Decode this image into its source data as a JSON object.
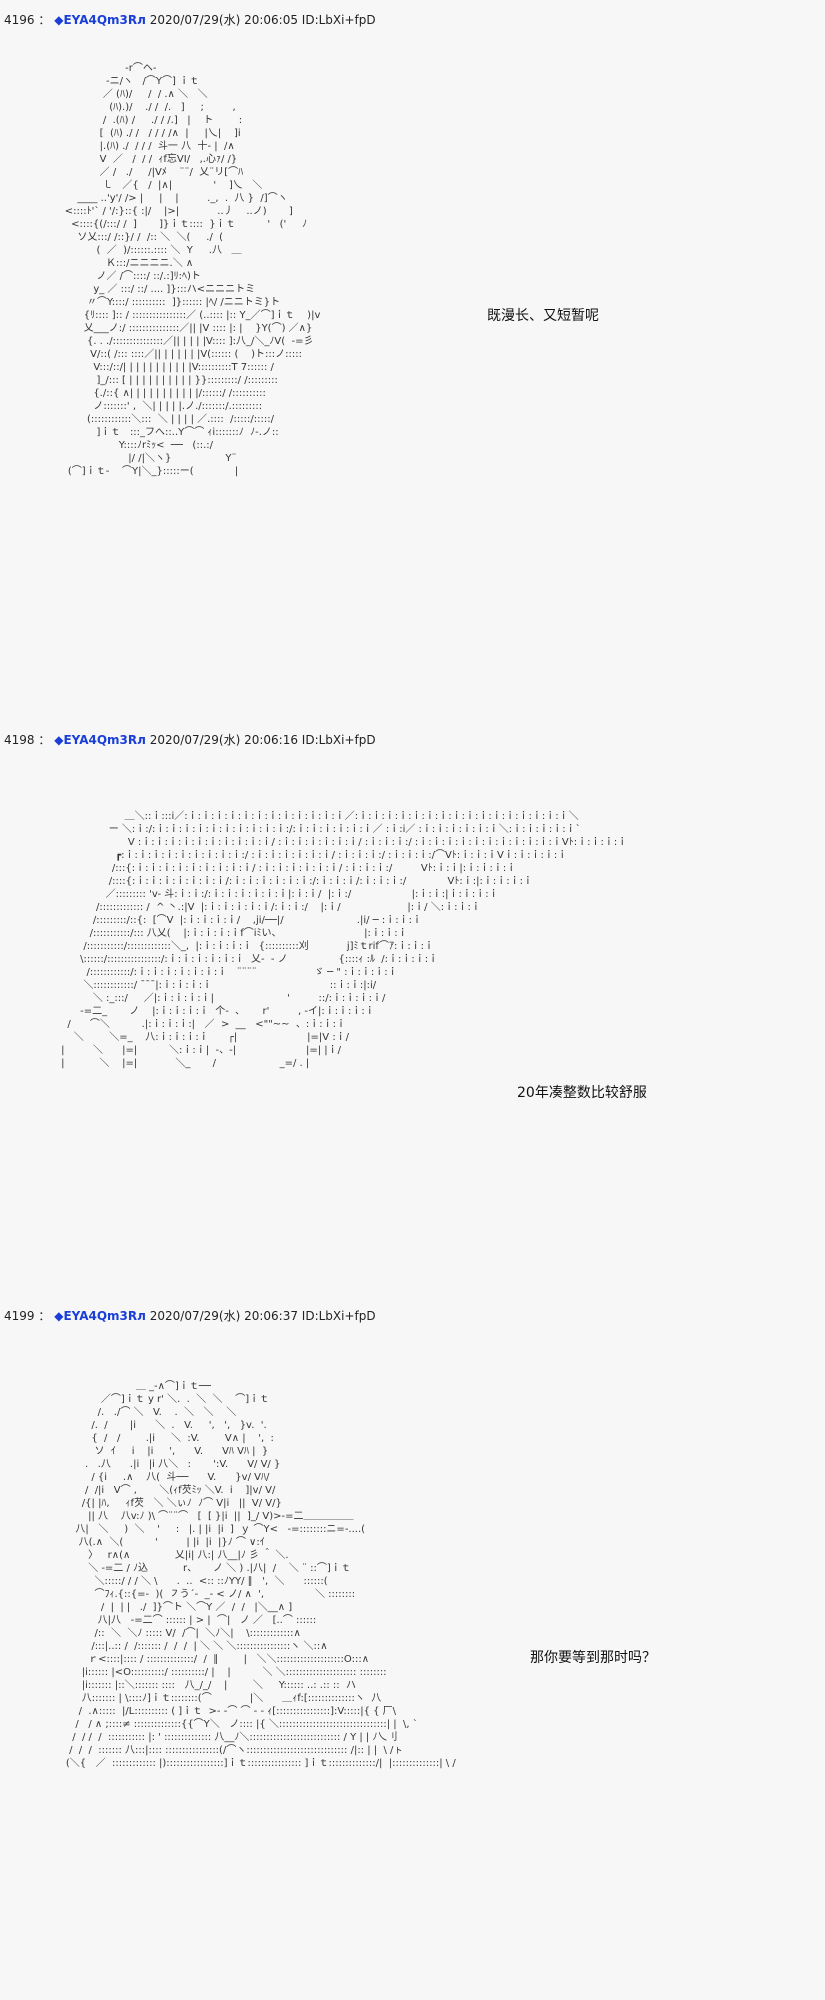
{
  "posts": [
    {
      "number": "4196",
      "separator": "：",
      "name_prefix": "◆",
      "name": "EYA4Qm3Rл",
      "meta": "2020/07/29(水) 20:06:05 ID:LbXi+fpD",
      "caption": "既漫长、又短暂呢",
      "art": "                       -r⌒ヘ-\n                 -ニ/ヽ   /⌒Y⌒] ｉｔ\n                ／ (ﾊ)/     /  / .∧ ＼   ＼\n                  (ﾊ).)/    ./ /  /.   ]     ;         ,\n                /  .(ﾊ) /     ./ / /.]   |    ト        :\n               [  (ﾊ) ./ /   / / / /∧  |     |乀|    ]i\n               |.(ﾊ) ./  / / /  斗一 八  十‐ |  /∧\n               V  ／   /  / /  ｨf忘VI/   ,.心ｧ/ /}\n               ／ /   ./     /|Vﾒ    ¨¨/  乂¨リ[⌒ﾊ\n                ㇄   ／{   /  |∧|             '    ]乀   ＼\n        ____ ..'y'/ /> |     |    |         ._,  .  八 }  /]⌒ヽ\n    <::::ﾄ'` / '/:}::{ :|/    |>|            ..丿    ..ノ)       ]\n      <::::{(/:::/ /  ]       ]}ｉｔ::::  }ｉｔ          '   ('     ﾉ\n        ソ乂:::/ /::}/ /  /:: ＼  ＼(     ./  (\n              (  ／  )/::::::.:::: ＼  Y     .八   ＿\n                 Ｋ:::/ニニニニ.＼ ∧\n              ノ／ /⌒::::/ ::/.:]ﾘ:ﾍ)ト\n             y_ ／ :::/ ::/ .... ]}:::ハ<ニニニトミ\n           〃⌒Y::::/ ::::::::::  ]}:::::: |ﾍ/ /ニニトミ}ト\n          {ﾘ:::: ]:: / ::::::::::::::::／ (..:::: |:: Y_／⌒]ｉｔ    )|v\n          乂___ノ:/ :::::::::::::::／|| |V :::: |: |    }Y(⌒) ／∧}\n           {. . ./:::::::::::::::／|| | | | |V:::: ]:八_/＼_ﾉV(  -=彡\n            V/::( /::: ::::／|| | | | | | |V(:::::: (    )ト:::ノ:::::\n             V:::/::/| | | | | | | | | | |V::::::::::T 7:::::: /\n              ]_/::: [ | | | | | | | | | | }}:::::::::/ /:::::::::\n             {./::{ ∧| | | | | | | | | | |/::::::/ /::::::::::\n             ノ:::::::' ,  ＼| | | | |.ノ./:::::::/.:::::::::\n           (::::::::::::＼:::  ＼ | | | | ／.::::  /:::::/:::::/\n              ]ｉｔ   :::_フへ::..Y⌒⌒ ｨi:::::::ﾉ  ﾉ-.ノ::\n                     Y::::ﾉrﾐｯ<  ──   (::.:/\n                        |/ /|＼ヽ}                 Y¨\n     (⌒]ｉｔ-    ⌒Y|＼_}:::::ー(             |"
    },
    {
      "number": "4198",
      "separator": "：",
      "name_prefix": "◆",
      "name": "EYA4Qm3Rл",
      "meta": "2020/07/29(水) 20:06:16 ID:LbXi+fpD",
      "caption": "20年凑整数比较舒服",
      "art": "                          ＿＼::ｉ:::i／:ｉ:ｉ:ｉ:ｉ:ｉ:ｉ:ｉ:ｉ:ｉ:ｉ:ｉ:ｉ／:ｉ:ｉ:ｉ:ｉ:ｉ:ｉ:ｉ:ｉ:ｉ:ｉ:ｉ:ｉ:ｉ:ｉ:ｉ:ｉ＼\n                     ー ＼:ｉ:/:ｉ:ｉ:ｉ:ｉ:ｉ:ｉ:ｉ:ｉ:ｉ:ｉ:/:ｉ:ｉ:ｉ:ｉ:ｉ:ｉ／ :ｉ:i／ :ｉ:ｉ:ｉ:ｉ:ｉ:ｉ＼:ｉ:ｉ:ｉ:ｉ:ｉ`\n                           V :ｉ:ｉ:ｉ:ｉ:ｉ:ｉ:ｉ:ｉ:ｉ:ｉ/ :ｉ:ｉ:ｉ:ｉ:ｉ:ｉ/ :ｉ:ｉ:ｉ:/ :ｉ:ｉ:ｉ:ｉ:ｉ:ｉ:ｉ:ｉ:ｉ:ｉ:ｉVﾄ:ｉ:ｉ:ｉ:ｉ\n                       ┏:ｉ:ｉ:ｉ:ｉ:ｉ:ｉ:ｉ:ｉ:ｉ:/ :ｉ:ｉ:ｉ:ｉ:ｉ:ｉ/ :ｉ:ｉ:ｉ:/ :ｉ:ｉ:ｉ:/⌒Vﾄ:ｉ:ｉ:ｉVｉ:ｉ:ｉ:ｉ:ｉ\n                      /:::{:ｉ:ｉ:ｉ:ｉ:ｉ:ｉ:ｉ:ｉ:ｉ/ :ｉ:ｉ:ｉ:ｉ:ｉ:ｉ/ :ｉ:ｉ:ｉ:/         Vﾄ:ｉ:ｉ|:ｉ:ｉ:ｉ:ｉ\n                     /::::{:ｉ:ｉ:ｉ:ｉ:ｉ:ｉ:ｉ/:ｉ:ｉ:ｉ:ｉ:ｉ:ｉ:/:ｉ:ｉ:ｉ/:ｉ:ｉ:ｉ:/             Vﾄ:ｉ:|:ｉ:ｉ:ｉ:ｉ\n                    ／::::::::: 'v- 斗:ｉ:ｉ:/:ｉ:ｉ:ｉ:ｉ:ｉ:ｉ|:ｉ:ｉ/  |:ｉ:/                   |:ｉ:ｉ:|ｉ:ｉ:ｉ:ｉ\n                 /::::::::::::: /  ^ 丶.:|V  |:ｉ:ｉ:ｉ:ｉ:ｉ/:ｉ:ｉ:/    |:ｉ/                     |:ｉ/ ＼:ｉ:ｉ:ｉ\n                /:::::::::/::{:  [⌒V  |:ｉ:ｉ:ｉ:ｉ/    ,ji/──|/                       .|i/ ─ :ｉ:ｉ:ｉ\n               /:::::::::::/::: 八乂(    |:ｉ:ｉ:ｉ:ｉf⌒iﾐい、                          |:ｉ:ｉ:ｉ\n             /:::::::::::/:::::::::::::＼_,  |:ｉ:ｉ:ｉ:ｉ  {::::::::::刈            j]ﾐｔrif⌒ｱ:ｉ:ｉ:ｉ\n            \\::::::/::::::::::::::::/:ｉ:ｉ:ｉ:ｉ:ｉ:ｉ  乂‐  ‐ ノ                {::::ｨ :ﾙ  /:ｉ:ｉ:ｉ:ｉ\n              /::::::::::::/:ｉ:ｉ:ｉ:ｉ:ｉ:ｉ:ｉ   ¨¨¨¨                  ゞ ─ \" :ｉ:ｉ:ｉ:ｉ\n             ＼::::::::::::/ ˉˉˉ|:ｉ:ｉ:ｉ:ｉ                                     ::ｉ:ｉ:|:i/\n                ＼ :_:::/     ／|:ｉ:ｉ:ｉ:ｉ|                       '         ::/:ｉ:ｉ:ｉ:ｉ/\n            -=二_       ノ    |:ｉ:ｉ:ｉ:ｉ  个-  ､       r'         , -イ|:ｉ:ｉ:ｉ:ｉ\n        /      ⌒＼          .|:ｉ:ｉ:ｉ:|   ／  >  __   <\"\"~~  、:ｉ:ｉ:ｉ\n          ＼        ＼=_    八:ｉ:ｉ:ｉ:ｉ      ┌|                      |=|V :ｉ/\n      |         ＼      |=|          ＼:ｉ:ｉ|  -、-|                      |=| |ｉ/\n      |           ＼    |=|            ＼_       /                    _=/ . |"
    },
    {
      "number": "4199",
      "separator": "：",
      "name_prefix": "◆",
      "name": "EYA4Qm3Rл",
      "meta": "2020/07/29(水) 20:06:37 ID:LbXi+fpD",
      "caption": "那你要等到那时吗？",
      "art": "                           ＿ _-∧⌒]ｉｔ──\n                ／⌒]ｉｔ y r' ＼.  .  ＼  ＼    ⌒]ｉｔ\n               /.   ./⌒ ＼   V.    .  ＼   ＼    ＼\n             /.  /       |i      ＼  .   V.     ',   ',   }v.  '.\n             {  /   /        .|i     ＼  :V.        V∧ |    ',  :\n              ソ  ｲ     i    |i     ',      V.      Vﾊ Vﾊ |  }\n           .   .八      .|i   |i 八＼   :       ':V.      V/ V/ }\n             / {i     .∧    八(  斗──      V.      }v/ Vﾊ/\n           /  /|i   V⌒ ,       ＼(ｨf芡ﾐｯ ＼V.  i    ]|v/ V/\n          /{| |ﾊ,     ｨf芡   ＼ ＼ぃﾉ  ﾉ⌒ V|i   ||  V/ V/}\n            || 八    八v:ﾉ )\\ ⌒¨¨⌒   [  [ }|i  ||  ]_/ V)>-=二＿＿＿＿＿\n        八|   ＼     )  ＼    '     :   |. | |i  |i  ]  ｙ ⌒Y<   -=::::::::ニ=-....(\n         八(.∧  ＼(          '         | |i  |i  |}ﾉ ⌒ ∨:ｲ\n            〉   r∧(∧              乂|i| 八:| 八__|ﾉ 彡 ＾ ＼.\n            ＼ -=二 / ﾉ込           r、     ノ ＼ ) .|八|  /    ＼ ¨ ::⌒]ｉｔ\n              ＼:::::/ / / ＼ \\      .  ..  <:: ::ﾉYY/ ∥   ',  ＼      ::::::(\n              ⌒ﾌｨ.{::{=-  )(  ㇇うˊ-  _- < ノ/ ∧  ',                ＼ ::::::::\n                /  |  | |   ./  ]}⌒ト ＼⌒Y ／  /  /   |＼__∧ ]\n               八|八   -=二⌒ :::::: | > |  ⌒|   ノ ／   [..⌒ ::::::\n              /::  ＼  ＼ﾉ ::::: V/  /⌒|  ＼ﾉ＼|    \\:::::::::::::∧\n             /:::|..:: /  /::::::: /  /  /  | ＼ ＼ ＼::::::::::::::::ヽ ＼::∧\n            ｒ<::::|:::: / ::::::::::::::/  /  ∥        |   ＼＼::::::::::::::::::::O:::∧\n          |i:::::: |<O::::::::::/ ::::::::::/ |    |          ＼ ＼::::::::::::::::::::: ::::::::\n          |i::::::: |::＼::::::: ::::   八_/_/    |        ＼     Y:::::: ..: .:: ::  ハ\n          八::::::: | \\::::ﾉ]ｉｔ::::::::(⌒            |＼      ＿ｨf:[::::::::::::::ヽ  八\n         /  .∧:::::  |/L:::::::::: ( ]ｉｔ  >‐ ‐⌒ ⌒ ‐ ‐ ｨ[::::::::::::::::]:V:::::|{ { 厂\\\n        /   / ∧ ;::::≠ ::::::::::::::{{⌒Y＼   ノ:::: |{ ＼::::::::::::::::::::::::::::::::| |  \\, `\n       /  / /  /  ::::::::::: |: ' :::::::::::::: 八__ﾉ＼::::::::::::::::::::::::::: / Y | | ﾉ乀刂\n      /  /  /  ::::::: 八:::|:::: ::::::::::::::::(/⌒ヽ:::::::::::::::::::::::::::::: /|:: | |  \\ /ㇳ\n     (＼{   ／  ::::::::::::: |):::::::::::::::::]ｉｔ:::::::::::::::: ]ｉｔ::::::::::::::/|  |::::::::::::::| \\ /"
    }
  ],
  "dots": ".\n\n\n\n\n.\n\n\n\n\n.\n\n\n\n\n.\n\n\n\n\n."
}
